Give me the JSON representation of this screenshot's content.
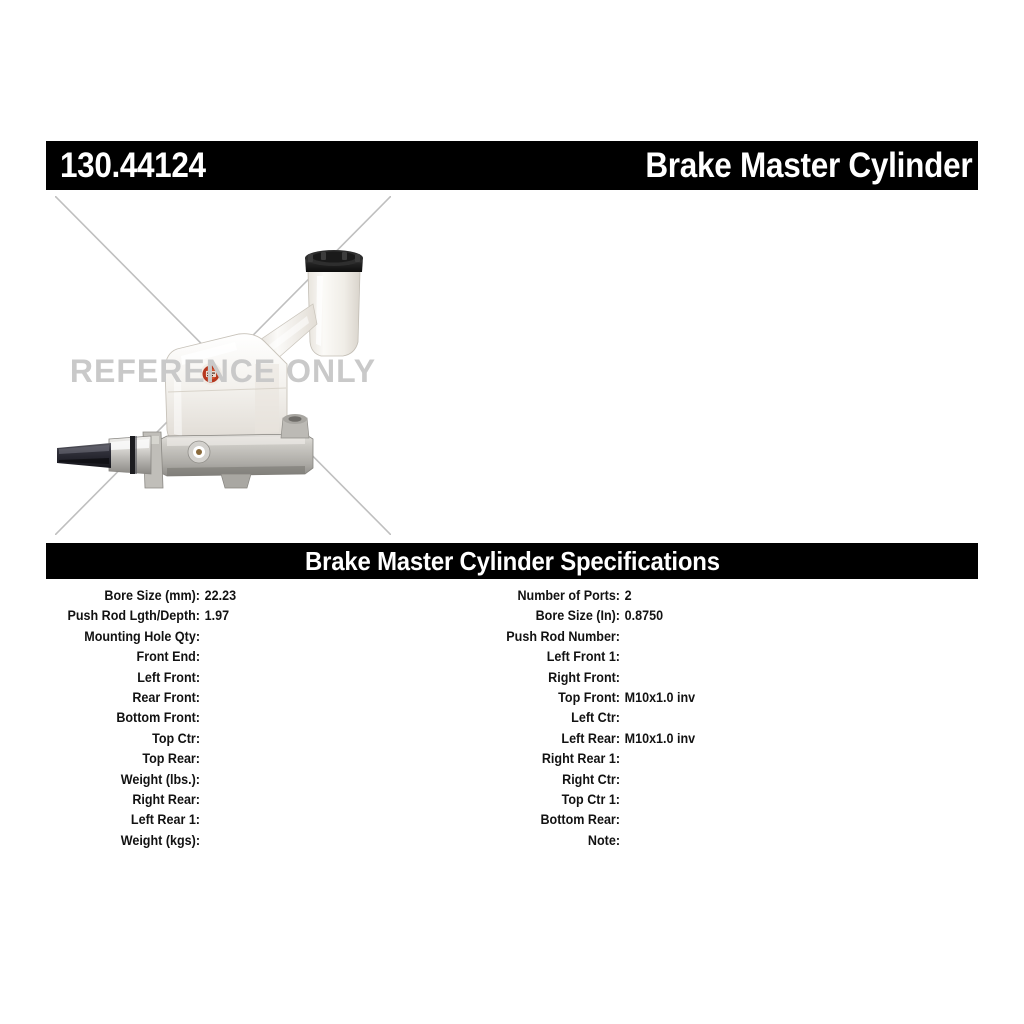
{
  "header": {
    "part_number": "130.44124",
    "title": "Brake Master Cylinder"
  },
  "product_image": {
    "watermark": "REFERENCE ONLY",
    "alt": "brake-master-cylinder-photo",
    "colors": {
      "reservoir": "#f2f0ec",
      "cap": "#1a1a1a",
      "cylinder_body": "#b8b6b2",
      "pushrod": "#2b2b30",
      "sticker": "#c4402a",
      "diagonal_line": "#bfbfbf",
      "watermark": "#c9c9c9"
    }
  },
  "specs": {
    "title": "Brake Master Cylinder Specifications",
    "left_column": [
      {
        "label": "Bore Size (mm):",
        "value": "22.23"
      },
      {
        "label": "Push Rod Lgth/Depth:",
        "value": "1.97"
      },
      {
        "label": "Mounting Hole Qty:",
        "value": ""
      },
      {
        "label": "Front End:",
        "value": ""
      },
      {
        "label": "Left Front:",
        "value": ""
      },
      {
        "label": "Rear Front:",
        "value": ""
      },
      {
        "label": "Bottom Front:",
        "value": ""
      },
      {
        "label": "Top Ctr:",
        "value": ""
      },
      {
        "label": "Top Rear:",
        "value": ""
      },
      {
        "label": "Weight (lbs.):",
        "value": ""
      },
      {
        "label": "Right Rear:",
        "value": ""
      },
      {
        "label": "Left Rear 1:",
        "value": ""
      },
      {
        "label": "Weight (kgs):",
        "value": ""
      }
    ],
    "right_column": [
      {
        "label": "Number of Ports:",
        "value": "2"
      },
      {
        "label": "Bore Size (In):",
        "value": "0.8750"
      },
      {
        "label": "Push Rod Number:",
        "value": ""
      },
      {
        "label": "Left Front 1:",
        "value": ""
      },
      {
        "label": "Right Front:",
        "value": ""
      },
      {
        "label": "Top Front:",
        "value": "M10x1.0 inv"
      },
      {
        "label": "Left Ctr:",
        "value": ""
      },
      {
        "label": "Left Rear:",
        "value": "M10x1.0 inv"
      },
      {
        "label": "Right Rear 1:",
        "value": ""
      },
      {
        "label": "Right Ctr:",
        "value": ""
      },
      {
        "label": "Top Ctr 1:",
        "value": ""
      },
      {
        "label": "Bottom Rear:",
        "value": ""
      },
      {
        "label": "Note:",
        "value": ""
      }
    ]
  }
}
